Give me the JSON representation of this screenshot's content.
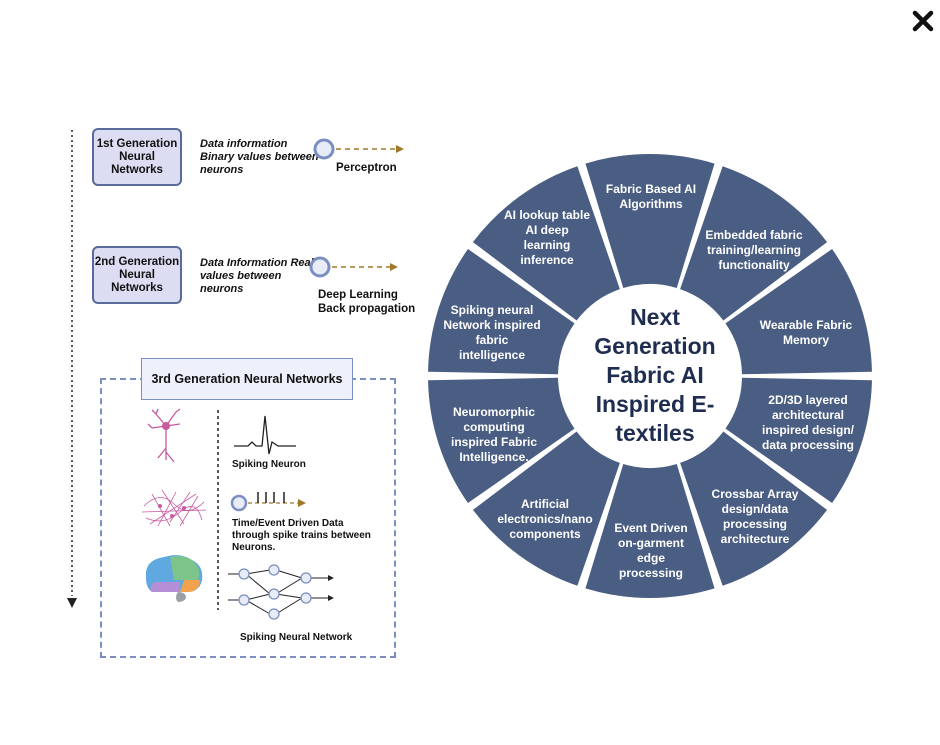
{
  "close_button_label": "×",
  "generations": [
    {
      "title": "1st Generation Neural Networks",
      "description": "Data information Binary values between neurons",
      "model": "Perceptron"
    },
    {
      "title": "2nd  Generation Neural Networks",
      "description": "Data Information Real values between neurons",
      "model": "Deep Learning Back propagation"
    }
  ],
  "third_generation": {
    "title": "3rd Generation Neural Networks",
    "spiking_neuron_label": "Spiking Neuron",
    "time_event_label": "Time/Event Driven Data through spike trains between Neurons.",
    "network_label": "Spiking Neural Network"
  },
  "wheel": {
    "center": "Next Generation Fabric AI Inspired E-textiles",
    "segments": [
      "Fabric Based AI Algorithms",
      "Embedded fabric training/learning functionality",
      "Wearable Fabric Memory",
      "2D/3D layered architectural inspired design/ data processing",
      "Crossbar Array design/data processing architecture",
      "Event Driven on-garment edge processing",
      "Artificial electronics/nano components",
      "Neuromorphic computing inspired Fabric Intelligence.",
      "Spiking neural Network inspired fabric intelligence",
      "AI lookup table AI deep learning inference"
    ],
    "segment_color": "#4a5d82",
    "center_text_color": "#1f2d50"
  },
  "icons": [
    "close-icon",
    "perceptron-icon",
    "neuron-icon",
    "spike-waveform-icon",
    "neuron-network-icon",
    "brain-icon",
    "spike-train-icon",
    "spiking-network-icon",
    "timeline-arrow-icon"
  ]
}
